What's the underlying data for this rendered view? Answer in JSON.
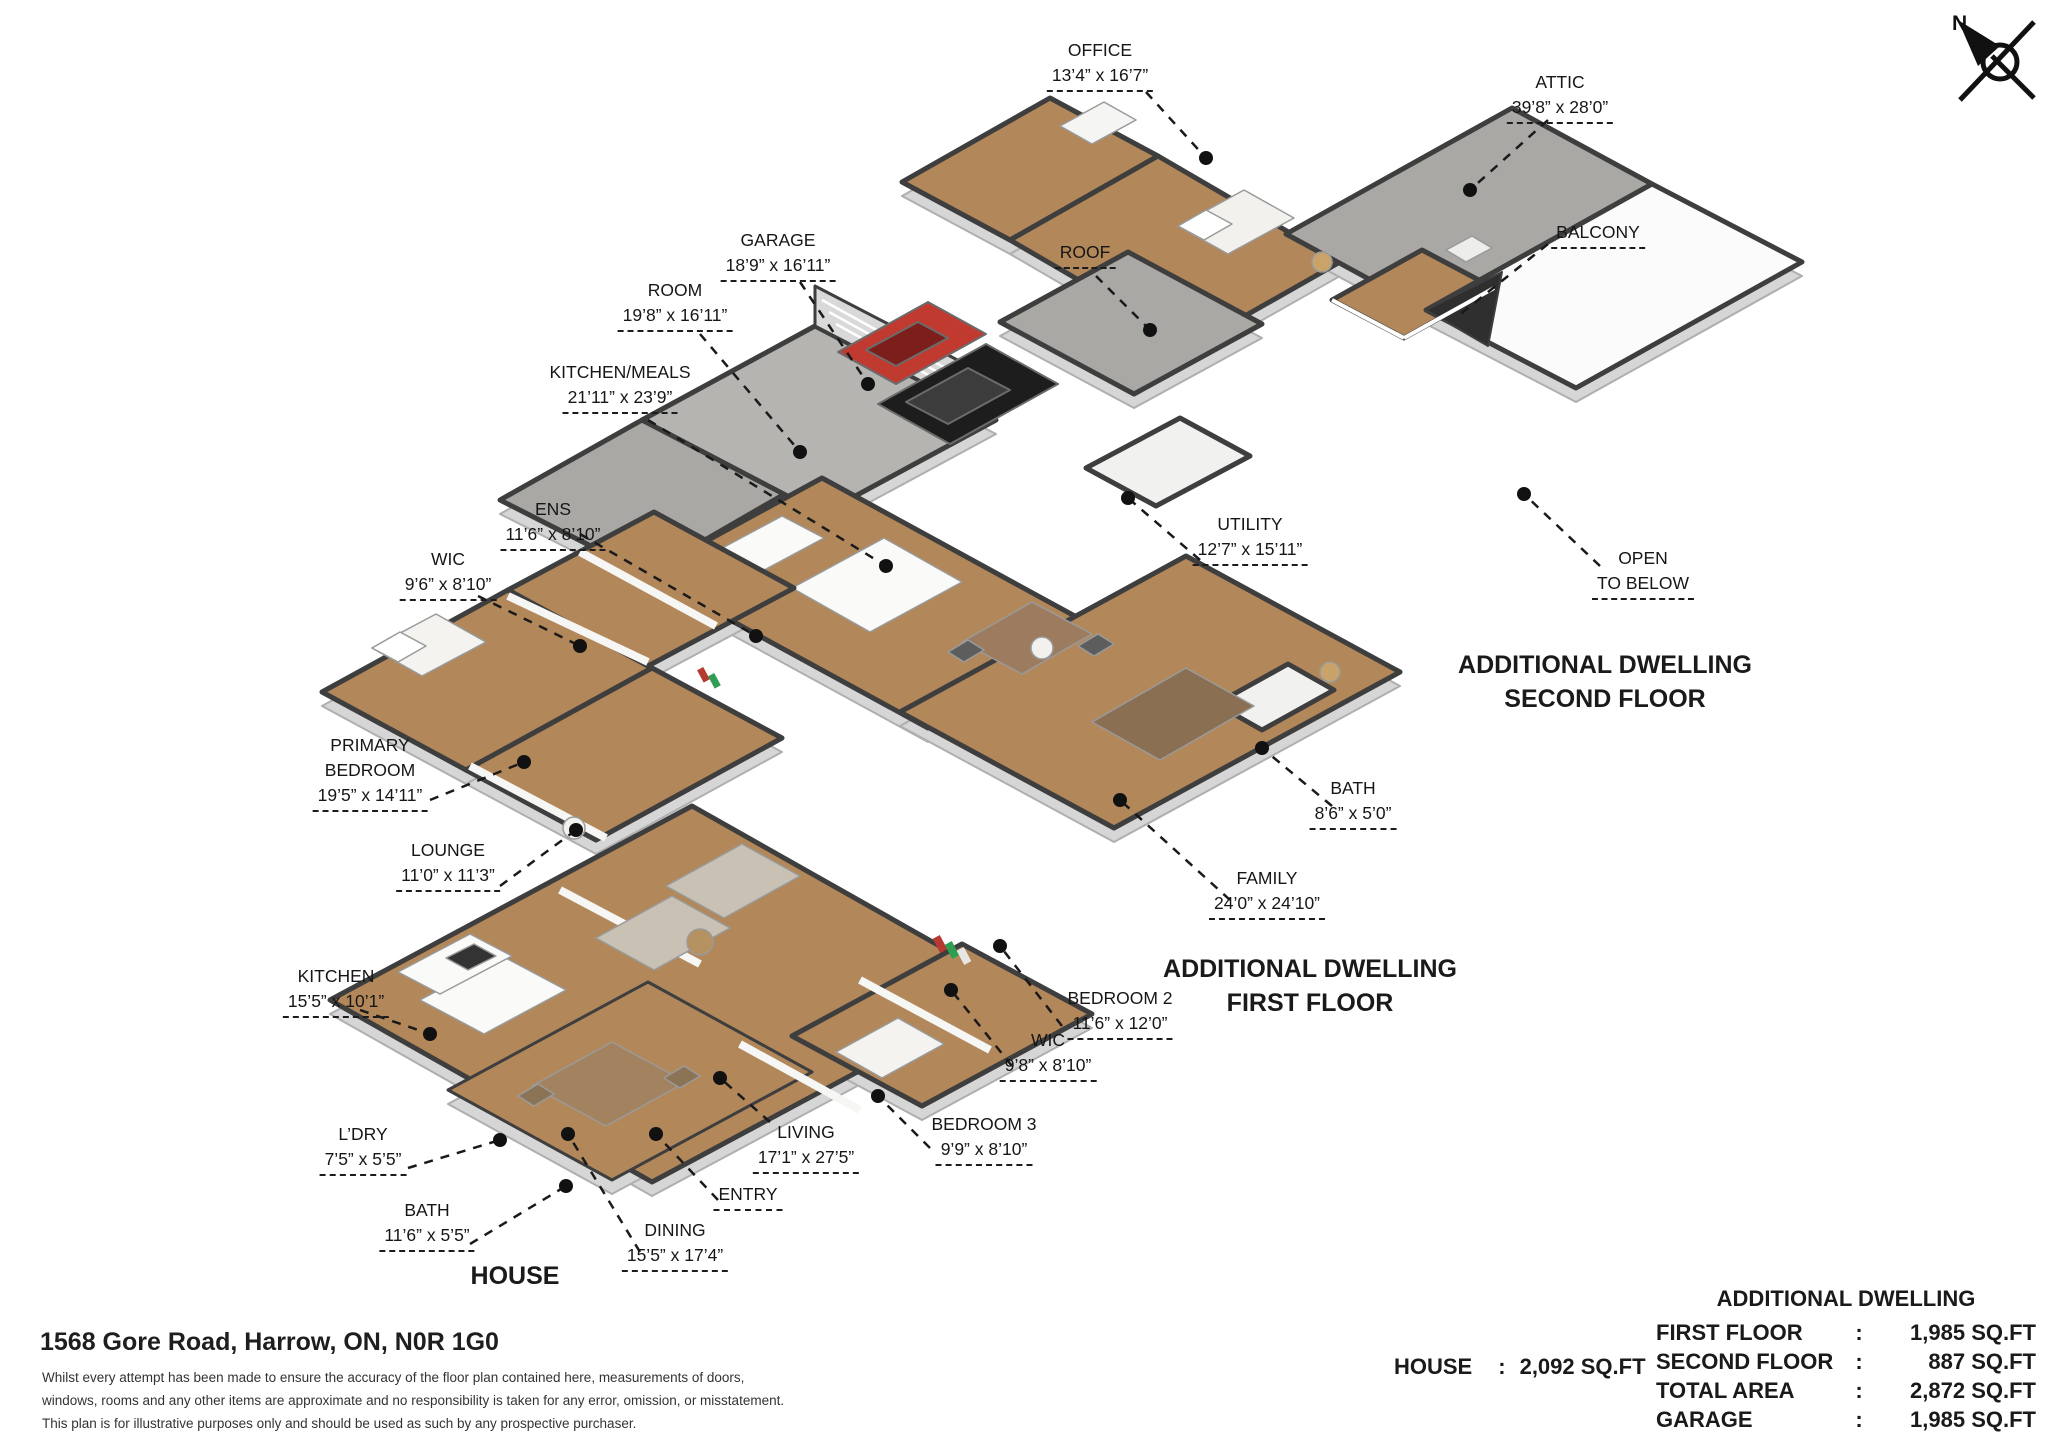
{
  "compass": {
    "north_label": "N"
  },
  "floors": {
    "additional_second": {
      "title_line1": "ADDITIONAL DWELLING",
      "title_line2": "SECOND FLOOR",
      "rooms": {
        "office": {
          "name": "OFFICE",
          "dims": "13’4” x 16’7”"
        },
        "attic": {
          "name": "ATTIC",
          "dims": "39’8” x 28’0”"
        },
        "roof": {
          "name": "ROOF"
        },
        "balcony": {
          "name": "BALCONY"
        },
        "open_below": {
          "name_line1": "OPEN",
          "name_line2": "TO BELOW"
        }
      }
    },
    "additional_first": {
      "title_line1": "ADDITIONAL DWELLING",
      "title_line2": "FIRST FLOOR",
      "rooms": {
        "garage": {
          "name": "GARAGE",
          "dims": "18’9” x 16’11”"
        },
        "room": {
          "name": "ROOM",
          "dims": "19’8” x 16’11”"
        },
        "kitchen_meals": {
          "name": "KITCHEN/MEALS",
          "dims": "21’11” x 23’9”"
        },
        "utility": {
          "name": "UTILITY",
          "dims": "12’7” x 15’11”"
        },
        "bath": {
          "name": "BATH",
          "dims": "8’6” x 5’0”"
        },
        "family": {
          "name": "FAMILY",
          "dims": "24’0” x 24’10”"
        }
      }
    },
    "house": {
      "title": "HOUSE",
      "rooms": {
        "wic": {
          "name": "WIC",
          "dims": "9’6” x 8’10”"
        },
        "ens": {
          "name": "ENS",
          "dims": "11’6” x 8’10”"
        },
        "primary_bedroom": {
          "name_line1": "PRIMARY",
          "name_line2": "BEDROOM",
          "dims": "19’5” x 14’11”"
        },
        "lounge": {
          "name": "LOUNGE",
          "dims": "11’0” x 11’3”"
        },
        "kitchen": {
          "name": "KITCHEN",
          "dims": "15’5” x 10’1”"
        },
        "ldry": {
          "name": "L’DRY",
          "dims": "7’5” x 5’5”"
        },
        "bath": {
          "name": "BATH",
          "dims": "11’6” x 5’5”"
        },
        "dining": {
          "name": "DINING",
          "dims": "15’5” x 17’4”"
        },
        "entry": {
          "name": "ENTRY"
        },
        "living": {
          "name": "LIVING",
          "dims": "17’1” x 27’5”"
        },
        "bedroom3": {
          "name": "BEDROOM 3",
          "dims": "9’9” x 8’10”"
        },
        "wic2": {
          "name": "WIC",
          "dims": "9’8” x 8’10”"
        },
        "bedroom2": {
          "name": "BEDROOM 2",
          "dims": "11’6” x 12’0”"
        }
      }
    }
  },
  "footer": {
    "address": "1568 Gore Road, Harrow, ON, N0R 1G0",
    "disclaimer_line1": "Whilst every attempt has been made to ensure the accuracy of the floor plan contained here, measurements of doors,",
    "disclaimer_line2": "windows, rooms and any other items are approximate and no responsibility is taken for any error, omission, or misstatement.",
    "disclaimer_line3": "This plan is for illustrative purposes only and should be used as such by any prospective purchaser."
  },
  "area_summary": {
    "house": {
      "label": "HOUSE",
      "colon": ":",
      "value": "2,092 SQ.FT"
    },
    "additional": {
      "header": "ADDITIONAL DWELLING",
      "rows": [
        {
          "label": "FIRST FLOOR",
          "colon": ":",
          "value": "1,985 SQ.FT"
        },
        {
          "label": "SECOND FLOOR",
          "colon": ":",
          "value": "887 SQ.FT"
        },
        {
          "label": "TOTAL AREA",
          "colon": ":",
          "value": "2,872 SQ.FT"
        },
        {
          "label": "GARAGE",
          "colon": ":",
          "value": "1,985 SQ.FT"
        }
      ]
    }
  },
  "colors": {
    "wood_floor": "#b2875a",
    "concrete_floor": "#a9a8a5",
    "wall_cut": "#3e3e3e",
    "red_car": "#c13a30",
    "black_car": "#1d1d1d",
    "leader_line": "#1a1a1a"
  }
}
